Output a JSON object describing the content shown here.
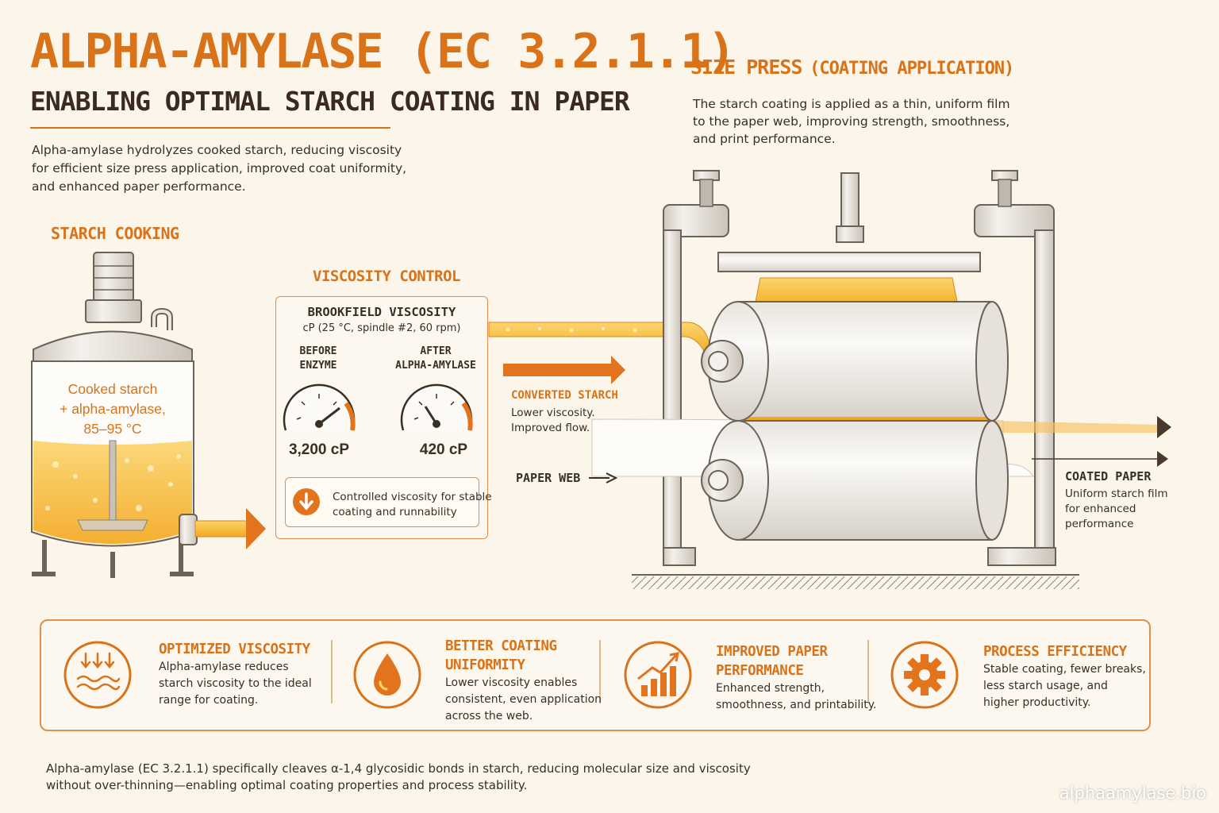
{
  "header": {
    "title": "ALPHA-AMYLASE (EC 3.2.1.1)",
    "subtitle": "ENABLING OPTIMAL STARCH COATING IN PAPER",
    "intro": [
      "Alpha-amylase hydrolyzes cooked starch, reducing viscosity",
      "for efficient size press application, improved coat uniformity,",
      "and enhanced paper performance."
    ]
  },
  "cooking": {
    "heading": "STARCH COOKING",
    "tank_label": [
      "Cooked starch",
      "+ alpha-amylase,",
      "85–95 °C"
    ]
  },
  "viscosity": {
    "heading": "VISCOSITY CONTROL",
    "box_title": "BROOKFIELD VISCOSITY",
    "box_subtitle": "cP (25 °C, spindle #2, 60 rpm)",
    "before_label": [
      "BEFORE",
      "ENZYME"
    ],
    "after_label": [
      "AFTER",
      "ALPHA-AMYLASE"
    ],
    "before_value": "3,200 cP",
    "after_value": "420 cP",
    "note": [
      "Controlled viscosity for stable",
      "coating and runnability"
    ]
  },
  "press": {
    "heading_main": "SIZE PRESS",
    "heading_sub": "(COATING APPLICATION)",
    "description": [
      "The starch coating is applied as a thin, uniform film",
      "to the paper web, improving strength, smoothness,",
      "and print performance."
    ],
    "converted_head": "CONVERTED STARCH",
    "converted_text": [
      "Lower viscosity.",
      "Improved flow."
    ],
    "paper_web": "PAPER WEB",
    "coated_head": "COATED PAPER",
    "coated_text": [
      "Uniform starch film",
      "for enhanced",
      "performance"
    ]
  },
  "benefits": [
    {
      "icon": "viscosity-waves-icon",
      "title": [
        "OPTIMIZED VISCOSITY"
      ],
      "text": [
        "Alpha-amylase reduces",
        "starch viscosity to the ideal",
        "range for coating."
      ]
    },
    {
      "icon": "droplet-icon",
      "title": [
        "BETTER COATING",
        "UNIFORMITY"
      ],
      "text": [
        "Lower viscosity enables",
        "consistent, even application",
        "across the web."
      ]
    },
    {
      "icon": "rising-chart-icon",
      "title": [
        "IMPROVED PAPER",
        "PERFORMANCE"
      ],
      "text": [
        "Enhanced strength,",
        "smoothness, and printability."
      ]
    },
    {
      "icon": "gear-icon",
      "title": [
        "PROCESS EFFICIENCY"
      ],
      "text": [
        "Stable coating, fewer breaks,",
        "less starch usage, and",
        "higher productivity."
      ]
    }
  ],
  "footer": {
    "text": [
      "Alpha-amylase (EC 3.2.1.1) specifically cleaves α-1,4 glycosidic bonds in starch, reducing molecular size and viscosity",
      "without over-thinning—enabling optimal coating properties and process stability."
    ],
    "watermark": "alphaamylase.bio"
  },
  "colors": {
    "accent": "#d8731a",
    "starch": "#f7b733",
    "metal": "#d9d4cc",
    "ink": "#3a2e25"
  }
}
